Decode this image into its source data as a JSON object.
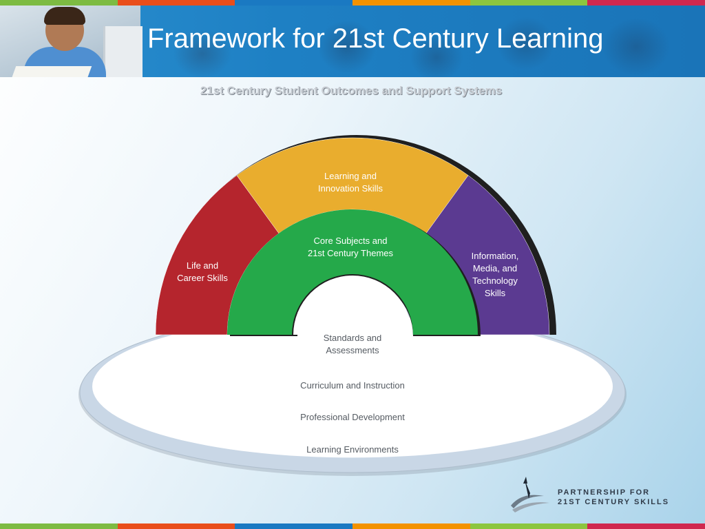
{
  "header": {
    "title": "Framework for 21st Century Learning"
  },
  "subtitle": "21st Century Student Outcomes and Support Systems",
  "strip_colors": [
    "#7dbb42",
    "#e94e1b",
    "#1a79c2",
    "#f39200",
    "#8cc63f",
    "#d0284f"
  ],
  "diagram": {
    "outer_arcs": [
      {
        "lines": [
          "Life and",
          "Career Skills"
        ],
        "color": "#b5252d"
      },
      {
        "lines": [
          "Learning and",
          "Innovation Skills"
        ],
        "color": "#e9ad2e"
      },
      {
        "lines": [
          "Information,",
          "Media, and",
          "Technology",
          "Skills"
        ],
        "color": "#5b3a91"
      }
    ],
    "core": {
      "lines": [
        "Core Subjects and",
        "21st Century Themes"
      ],
      "color": "#25a94a"
    },
    "support_systems": [
      {
        "lines": [
          "Standards and",
          "Assessments"
        ]
      },
      {
        "lines": [
          "Curriculum and Instruction"
        ]
      },
      {
        "lines": [
          "Professional Development"
        ]
      },
      {
        "lines": [
          "Learning Environments"
        ]
      }
    ]
  },
  "logo": {
    "line1": "Partnership for",
    "line2": "21st Century Skills",
    "icon": "quill-swoosh-icon"
  }
}
